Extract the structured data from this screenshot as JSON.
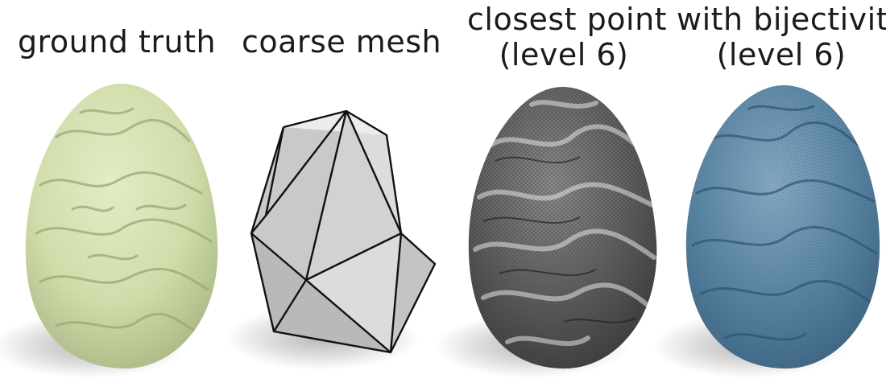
{
  "labels": {
    "ground_truth": "ground truth",
    "coarse_mesh": "coarse mesh",
    "closest_point_line1": "closest point",
    "closest_point_line2": "(level 6)",
    "bijectivity_line1": "with bijectivity",
    "bijectivity_line2": "(level 6)"
  },
  "colors": {
    "ground_truth_fill": "#cfdcaa",
    "coarse_fill": "#d4d4d4",
    "closest_fill": "#6b6b6b",
    "bijectivity_fill": "#5d89a8",
    "text": "#1b1b1b"
  }
}
